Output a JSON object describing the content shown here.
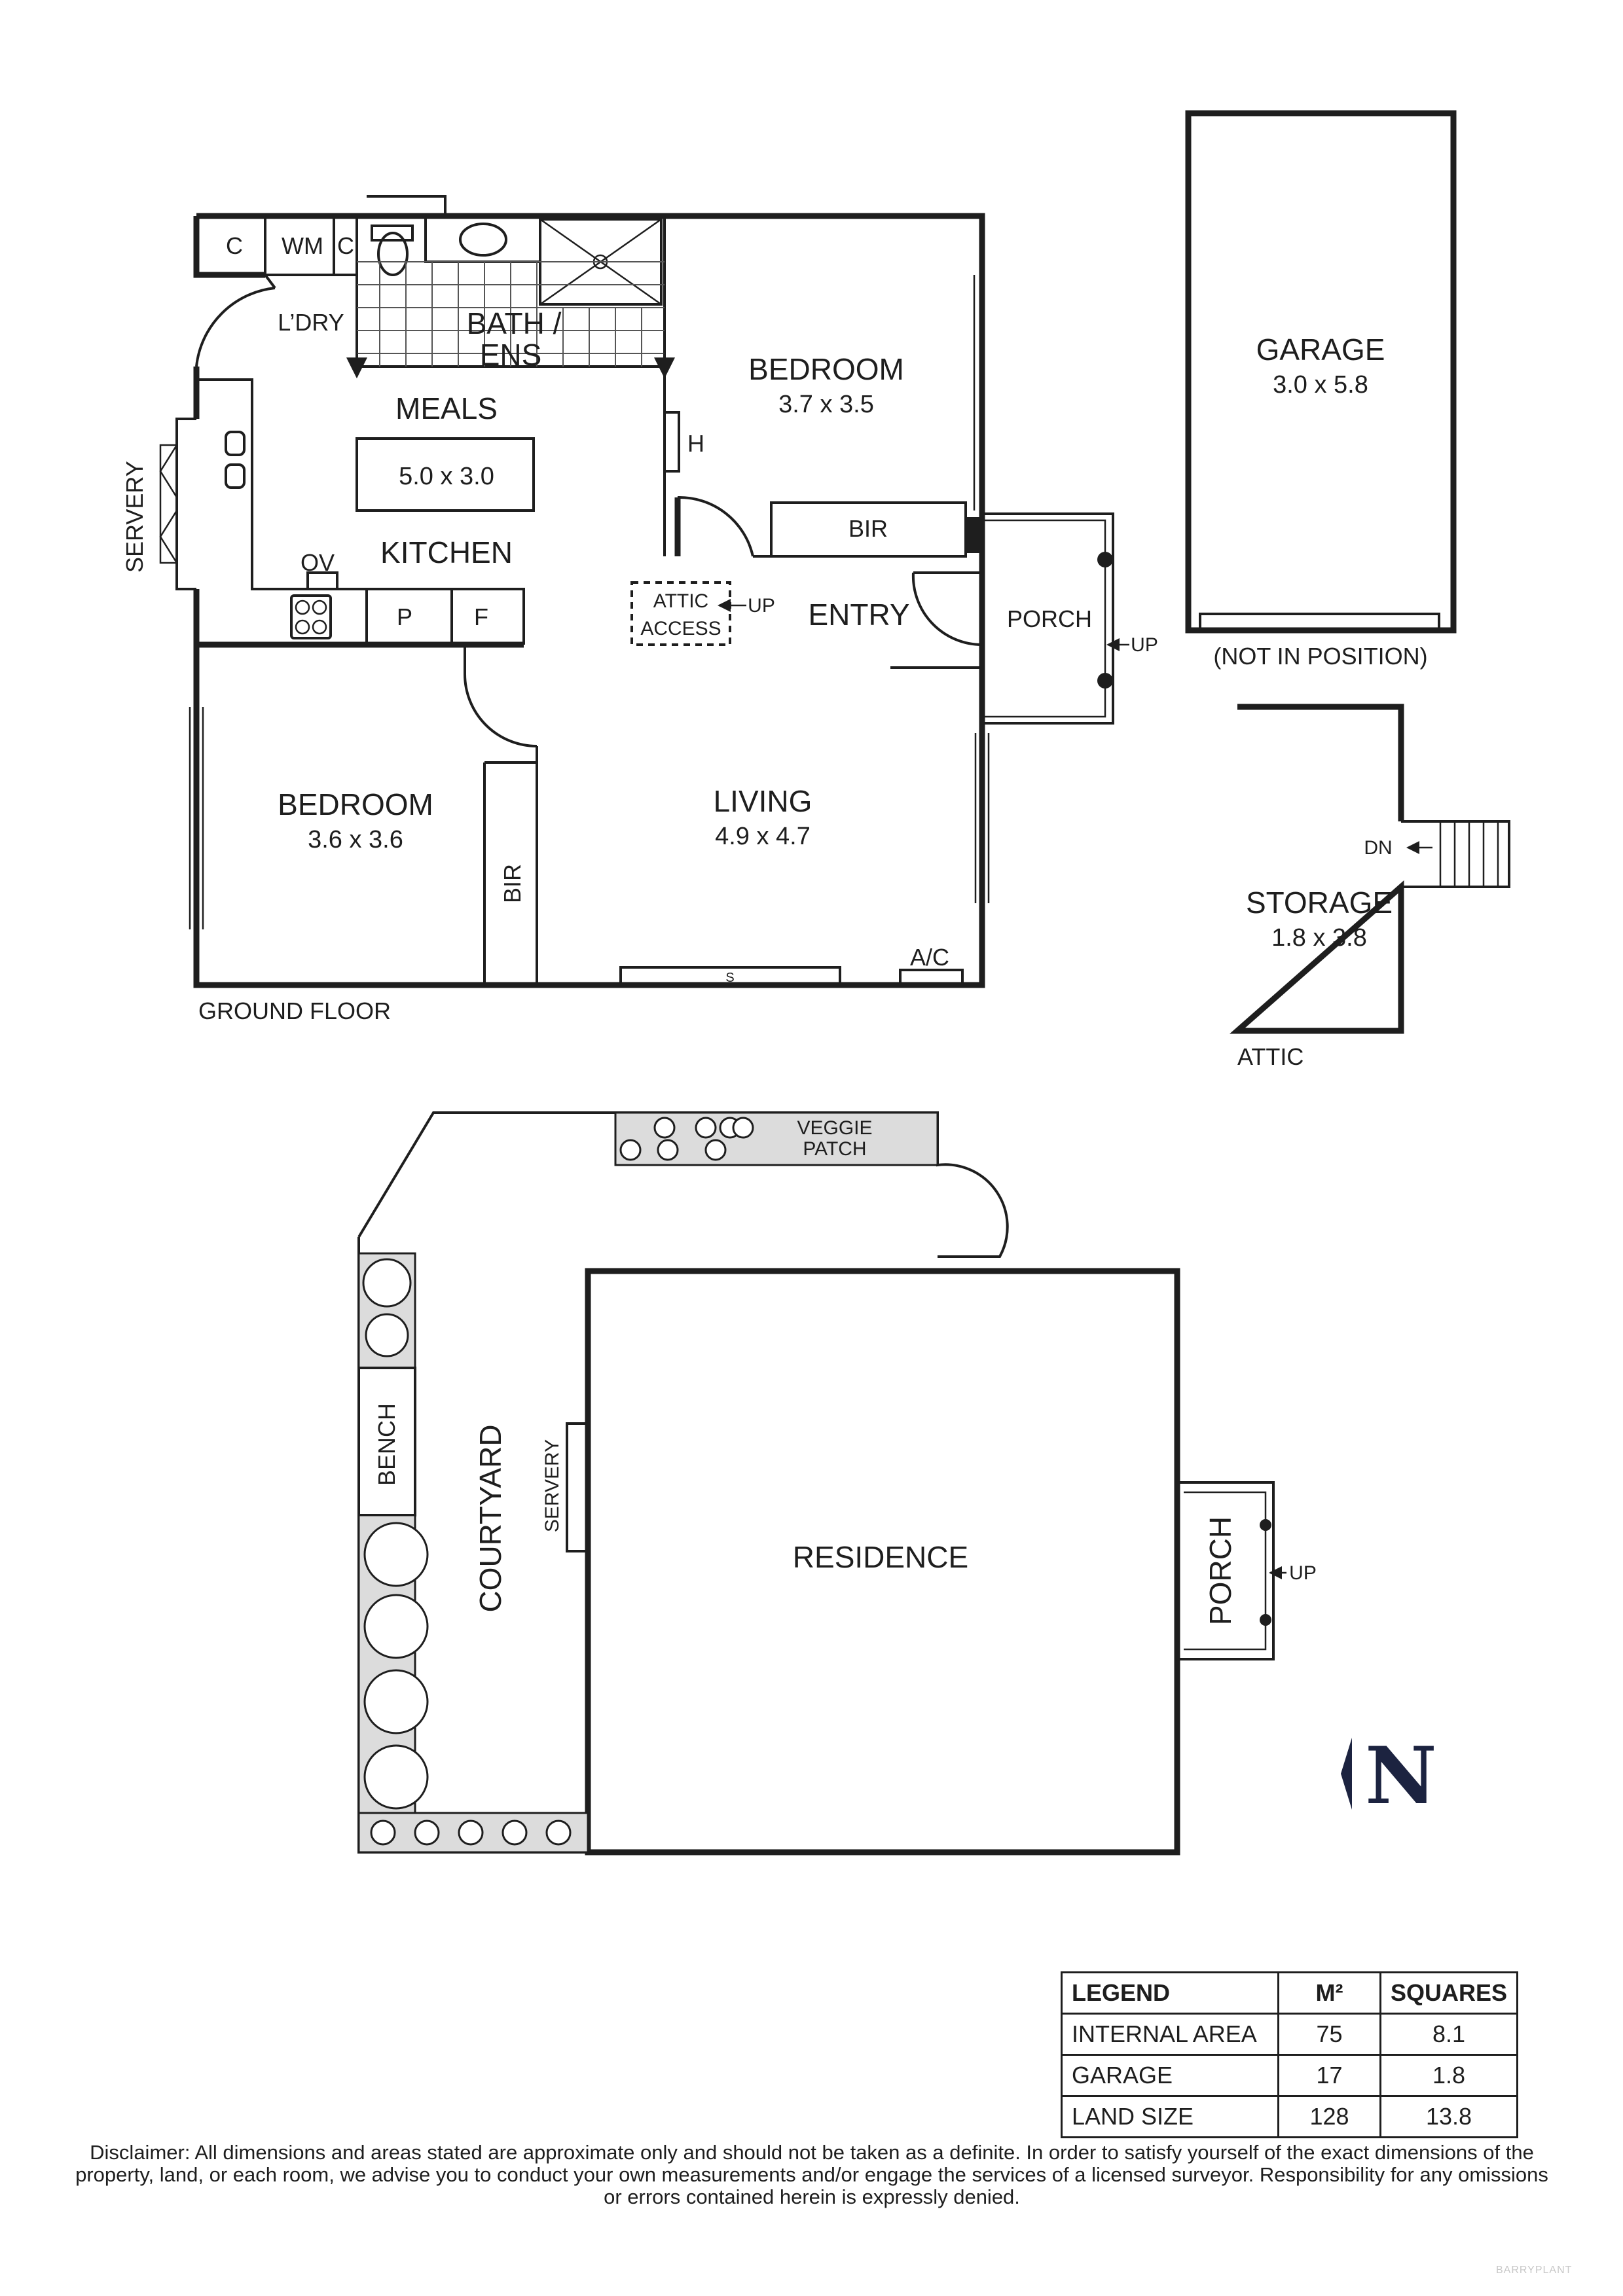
{
  "ground_floor": {
    "title": "GROUND FLOOR",
    "rooms": {
      "c1": "C",
      "wm": "WM",
      "c2": "C",
      "laundry": "L’DRY",
      "bath_line1": "BATH /",
      "bath_line2": "ENS",
      "bedroom_main": {
        "name": "BEDROOM",
        "dims": "3.7 x 3.5"
      },
      "meals": "MEALS",
      "meals_dims": "5.0 x 3.0",
      "kitchen": "KITCHEN",
      "servery": "SERVERY",
      "ov": "OV",
      "pantry": "P",
      "fridge": "F",
      "heater": "H",
      "bir_top": "BIR",
      "attic_line1": "ATTIC",
      "attic_line2": "ACCESS",
      "attic_up": "UP",
      "entry": "ENTRY",
      "porch": "PORCH",
      "porch_up": "UP",
      "bedroom_2": {
        "name": "BEDROOM",
        "dims": "3.6 x 3.6"
      },
      "bir_side": "BIR",
      "living": {
        "name": "LIVING",
        "dims": "4.9 x 4.7"
      },
      "s": "S",
      "ac": "A/C"
    }
  },
  "garage": {
    "name": "GARAGE",
    "dims": "3.0 x 5.8",
    "note": "(NOT IN POSITION)"
  },
  "attic": {
    "title": "ATTIC",
    "name": "STORAGE",
    "dims": "1.8 x 3.8",
    "dn": "DN"
  },
  "site": {
    "veggie_line1": "VEGGIE",
    "veggie_line2": "PATCH",
    "bench": "BENCH",
    "courtyard": "COURTYARD",
    "servery": "SERVERY",
    "residence": "RESIDENCE",
    "porch": "PORCH",
    "up": "UP"
  },
  "compass": {
    "letter": "N",
    "color": "#1c2340"
  },
  "legend": {
    "headers": [
      "LEGEND",
      "M²",
      "SQUARES"
    ],
    "rows": [
      {
        "label": "INTERNAL AREA",
        "m2": "75",
        "squares": "8.1"
      },
      {
        "label": "GARAGE",
        "m2": "17",
        "squares": "1.8"
      },
      {
        "label": "LAND SIZE",
        "m2": "128",
        "squares": "13.8"
      }
    ]
  },
  "disclaimer": "Disclaimer: All dimensions and areas stated are approximate only and should not be taken as a definite. In order to satisfy yourself of the exact dimensions of the property, land, or each room, we advise you to conduct your own measurements and/or engage the services of a licensed surveyor. Responsibility for any omissions or errors contained herein is expressly denied.",
  "watermark": "BARRYPLANT"
}
